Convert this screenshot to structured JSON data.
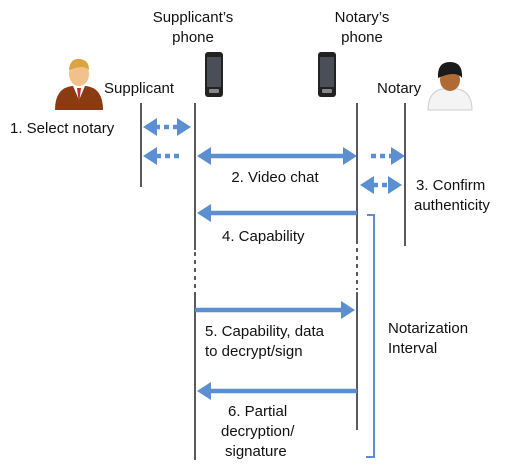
{
  "participants": {
    "supplicant_phone": [
      "Supplicant’s",
      "phone"
    ],
    "notary_phone": [
      "Notary’s",
      "phone"
    ],
    "supplicant": "Supplicant",
    "notary": "Notary"
  },
  "steps": {
    "s1": "1. Select notary",
    "s2": "2. Video chat",
    "s3": [
      "3. Confirm",
      "authenticity"
    ],
    "s4": "4. Capability",
    "s5": [
      "5. Capability, data",
      "to decrypt/sign"
    ],
    "s6": [
      "6. Partial",
      "decryption/",
      "signature"
    ]
  },
  "interval": [
    "Notarization",
    "Interval"
  ],
  "colors": {
    "arrow": "#5b8fcf",
    "supplicant_suit": "#8a3b12",
    "phone": "#222222"
  }
}
